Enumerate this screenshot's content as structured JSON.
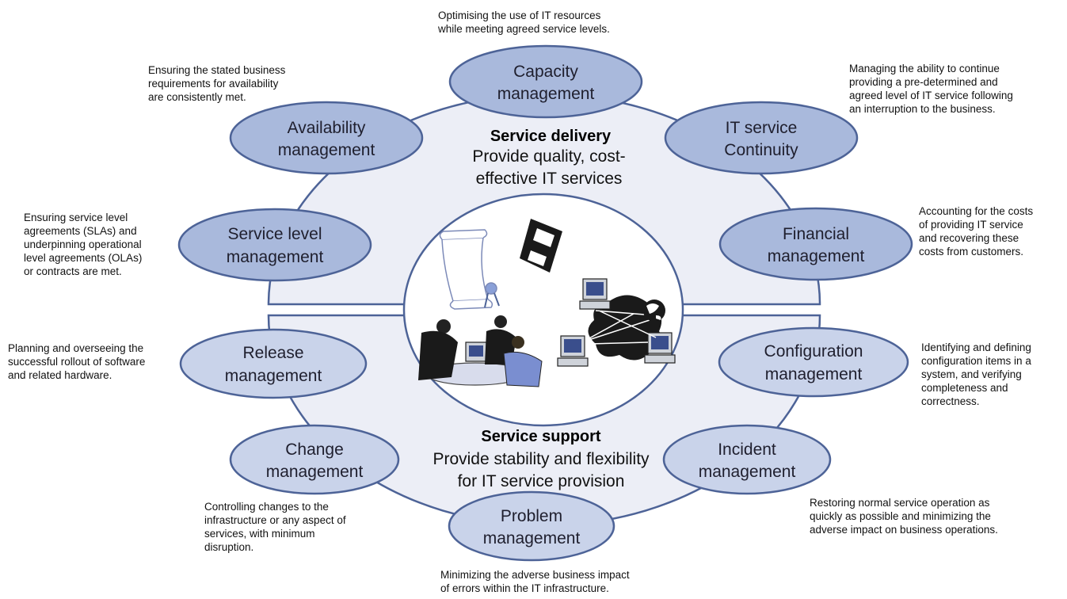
{
  "delivery": {
    "title": "Service delivery",
    "subtitle_line1": "Provide quality, cost-",
    "subtitle_line2": "effective IT services"
  },
  "support": {
    "title": "Service support",
    "subtitle_line1": "Provide stability and flexibility",
    "subtitle_line2": "for IT service provision"
  },
  "processes": {
    "capacity": {
      "line1": "Capacity",
      "line2": "management",
      "desc": "Optimising the use of IT resources\nwhile meeting agreed service levels."
    },
    "availability": {
      "line1": "Availability",
      "line2": "management",
      "desc": "Ensuring the stated business\nrequirements for availability\nare consistently met."
    },
    "continuity": {
      "line1": "IT service",
      "line2": "Continuity",
      "desc": "Managing the ability to continue\nproviding a pre-determined and\nagreed level of IT service following\nan interruption to the business."
    },
    "service_level": {
      "line1": "Service level",
      "line2": "management",
      "desc": "Ensuring service level\nagreements (SLAs) and\nunderpinning operational\nlevel agreements (OLAs)\nor contracts are met."
    },
    "financial": {
      "line1": "Financial",
      "line2": "management",
      "desc": "Accounting for the costs\nof providing IT service\nand recovering these\ncosts from customers."
    },
    "release": {
      "line1": "Release",
      "line2": "management",
      "desc": "Planning and overseeing the\nsuccessful rollout of software\nand related hardware."
    },
    "configuration": {
      "line1": "Configuration",
      "line2": "management",
      "desc": "Identifying and defining\nconfiguration items in a\nsystem, and verifying\ncompleteness and\ncorrectness."
    },
    "change": {
      "line1": "Change",
      "line2": "management",
      "desc": "Controlling changes to the\ninfrastructure or any aspect of\nservices, with minimum\ndisruption."
    },
    "incident": {
      "line1": "Incident",
      "line2": "management",
      "desc": "Restoring normal service operation as\nquickly as possible and minimizing the\nadverse impact on business operations."
    },
    "problem": {
      "line1": "Problem",
      "line2": "management",
      "desc": "Minimizing the adverse business impact\nof errors within the IT infrastructure."
    }
  },
  "colors": {
    "delivery_oval": "#a9b9dc",
    "support_oval": "#c9d3ea",
    "ring_fill": "#eceef6",
    "outline": "#4d6397"
  },
  "icons": [
    "certificate-scroll-icon",
    "floppy-disk-icon",
    "business-meeting-icon",
    "computer-network-icon",
    "globe-icon"
  ]
}
